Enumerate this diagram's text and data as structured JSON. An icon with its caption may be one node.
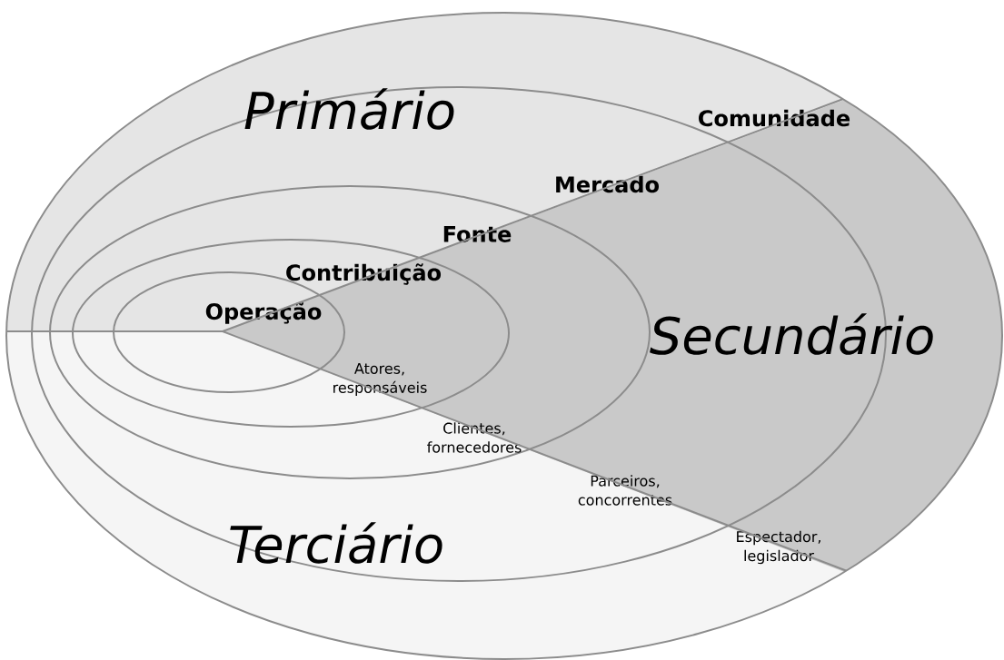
{
  "diagram": {
    "nodes": [
      {
        "text": [
          "Comunidade",
          "Espectador, legislador"
        ]
      },
      {
        "text": [
          "Mercado",
          "Parceiros, concorrentes"
        ],
        "in": 0
      },
      {
        "text": [
          "Fonte",
          "Clientes, fornecedores"
        ],
        "in": 1
      },
      {
        "text": [
          "Contribuição",
          "Atores, responsáveis"
        ],
        "in": 2
      },
      {
        "text": [
          "Operação"
        ],
        "in": 3
      }
    ],
    "labels": [
      "Primário",
      "Secundário",
      "Terciário"
    ]
  }
}
